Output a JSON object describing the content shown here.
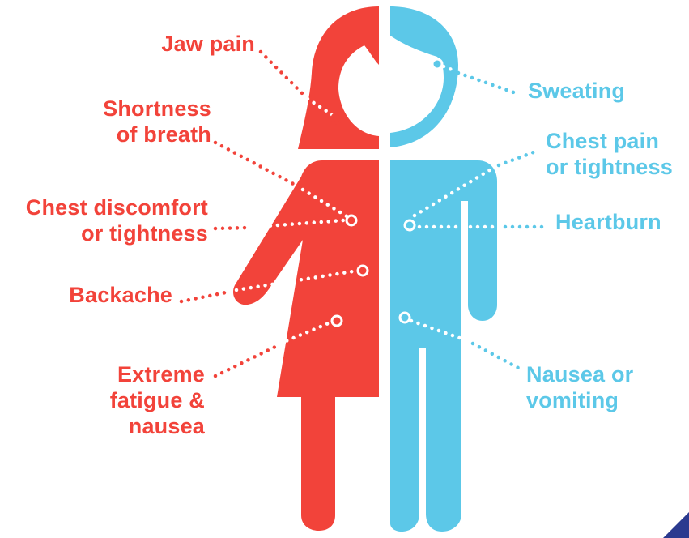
{
  "colors": {
    "woman": "#f2433a",
    "man": "#5cc8e8",
    "dots": "#ffffff"
  },
  "woman_symptoms": {
    "jaw_pain": "Jaw pain",
    "shortness_of_breath": [
      "Shortness",
      "of breath"
    ],
    "chest_discomfort": [
      "Chest discomfort",
      "or tightness"
    ],
    "backache": "Backache",
    "fatigue": [
      "Extreme",
      "fatigue &",
      "nausea"
    ]
  },
  "man_symptoms": {
    "sweating": "Sweating",
    "chest_pain": [
      "Chest pain",
      "or tightness"
    ],
    "heartburn": "Heartburn",
    "nausea": [
      "Nausea or",
      "vomiting"
    ]
  }
}
